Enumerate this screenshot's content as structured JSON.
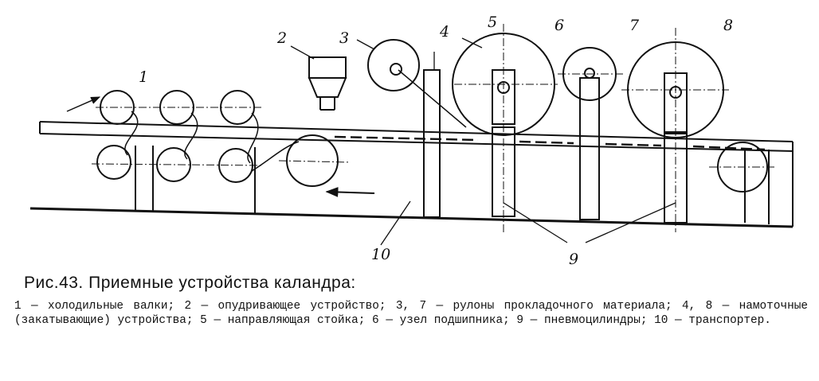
{
  "figure": {
    "callouts": [
      "1",
      "2",
      "3",
      "4",
      "5",
      "6",
      "7",
      "8",
      "9",
      "10"
    ]
  },
  "caption": {
    "title": "Рис.43. Приемные устройства каландра:",
    "legend": "1 — холодильные валки; 2 — опудривающее устройство; 3, 7 — рулоны прокладочного материала; 4, 8 — намоточные (закатывающие) устройства; 5 — направляющая стойка; 6 — узел подшипника; 9 — пневмоцилиндры; 10 — транспортер."
  }
}
